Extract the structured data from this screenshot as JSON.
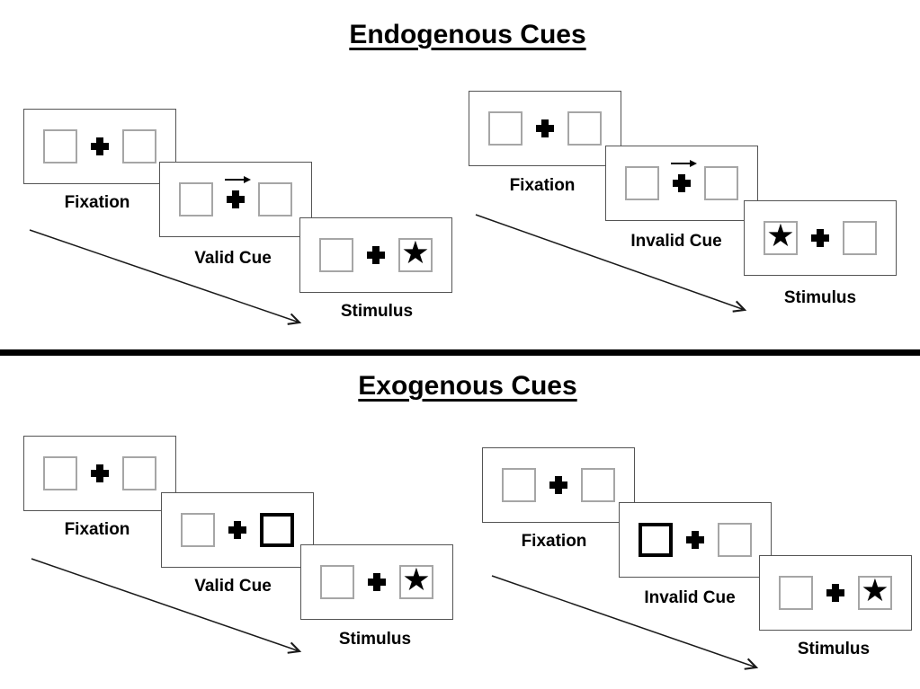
{
  "diagram": {
    "sections": [
      {
        "id": "endogenous",
        "title": "Endogenous Cues",
        "trials": [
          {
            "id": "valid",
            "cue_type": "central-arrow-right",
            "target_side": "right",
            "frames": [
              {
                "label": "Fixation"
              },
              {
                "label": "Valid Cue"
              },
              {
                "label": "Stimulus"
              }
            ]
          },
          {
            "id": "invalid",
            "cue_type": "central-arrow-right",
            "target_side": "left",
            "frames": [
              {
                "label": "Fixation"
              },
              {
                "label": "Invalid Cue"
              },
              {
                "label": "Stimulus"
              }
            ]
          }
        ]
      },
      {
        "id": "exogenous",
        "title": "Exogenous Cues",
        "trials": [
          {
            "id": "valid",
            "cue_type": "peripheral-box-highlight-right",
            "target_side": "right",
            "frames": [
              {
                "label": "Fixation"
              },
              {
                "label": "Valid Cue"
              },
              {
                "label": "Stimulus"
              }
            ]
          },
          {
            "id": "invalid",
            "cue_type": "peripheral-box-highlight-left",
            "target_side": "right",
            "frames": [
              {
                "label": "Fixation"
              },
              {
                "label": "Invalid Cue"
              },
              {
                "label": "Stimulus"
              }
            ]
          }
        ]
      }
    ],
    "glyphs": {
      "star": "★"
    },
    "colors": {
      "background": "#ffffff",
      "ink": "#000000",
      "panel_border": "#545454",
      "placeholder_border": "#a6a6a6",
      "cue_highlight_border": "#000000"
    }
  }
}
